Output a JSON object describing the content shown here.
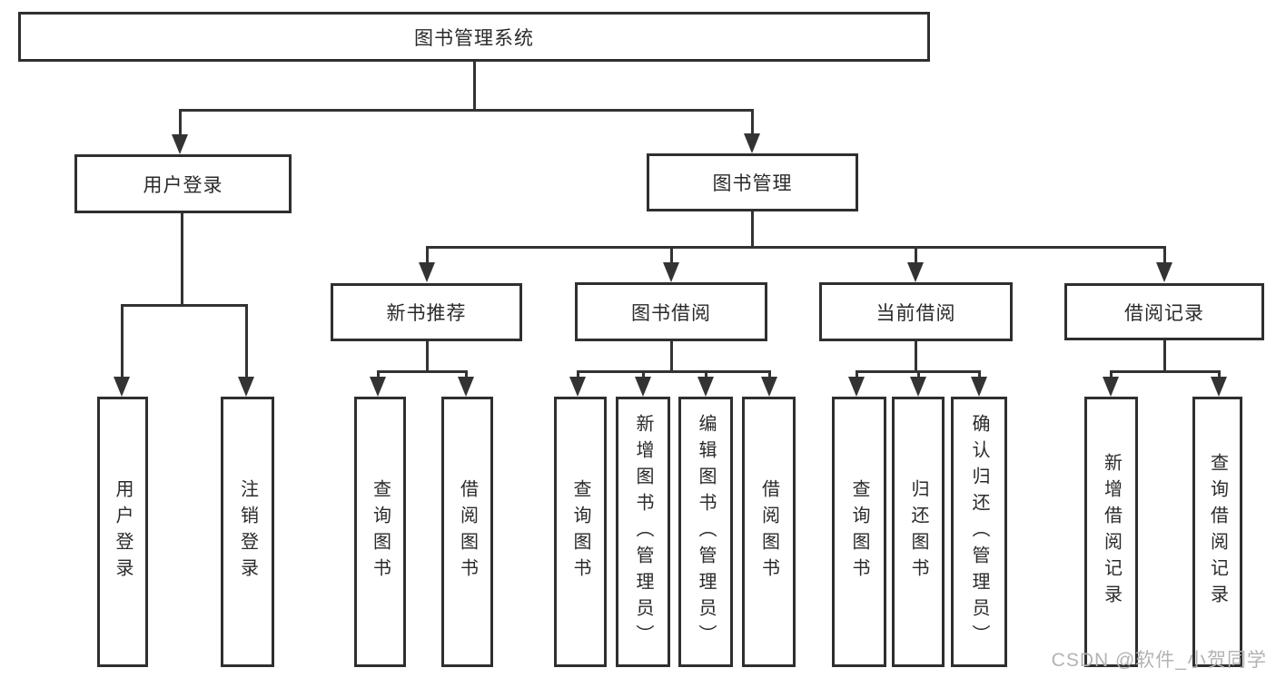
{
  "diagram": {
    "root": {
      "label": "图书管理系统"
    },
    "level2": [
      {
        "label": "用户登录"
      },
      {
        "label": "图书管理"
      }
    ],
    "level3": [
      {
        "label": "新书推荐"
      },
      {
        "label": "图书借阅"
      },
      {
        "label": "当前借阅"
      },
      {
        "label": "借阅记录"
      }
    ],
    "leaves": [
      {
        "label": "用户登录"
      },
      {
        "label": "注销登录"
      },
      {
        "label": "查询图书"
      },
      {
        "label": "借阅图书"
      },
      {
        "label": "查询图书"
      },
      {
        "label": "新增图书（管理员）"
      },
      {
        "label": "编辑图书（管理员）"
      },
      {
        "label": "借阅图书"
      },
      {
        "label": "查询图书"
      },
      {
        "label": "归还图书"
      },
      {
        "label": "确认归还（管理员）"
      },
      {
        "label": "新增借阅记录"
      },
      {
        "label": "查询借阅记录"
      }
    ]
  },
  "watermark": {
    "text": "CSDN @软件_小贺同学"
  },
  "colors": {
    "line": "#333333",
    "border": "#2f2f2f",
    "text": "#2a2a2a",
    "watermark": "#b3b3b3",
    "background": "#ffffff"
  }
}
